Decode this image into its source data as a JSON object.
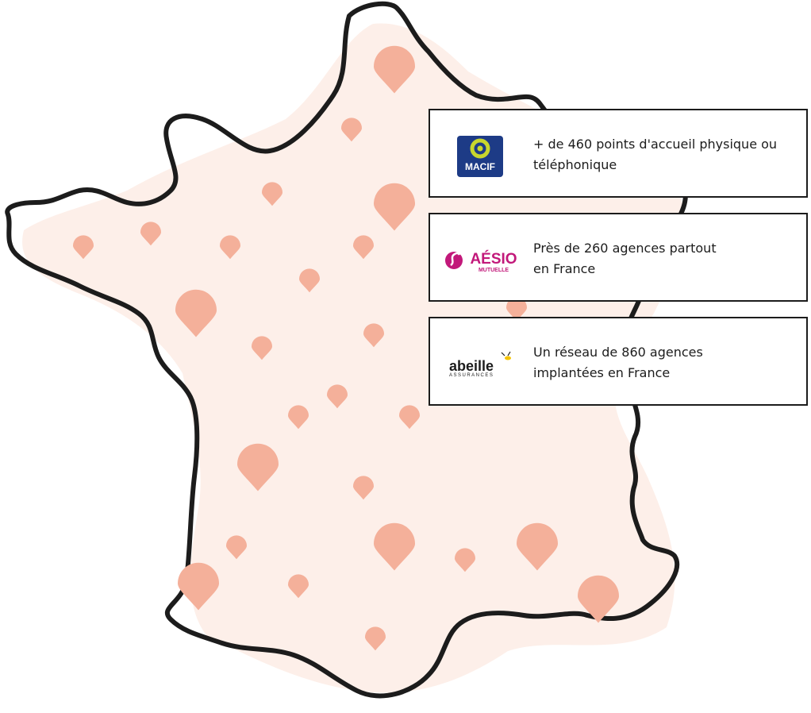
{
  "map": {
    "pin_color": "#f4b09a",
    "fill_color": "#fdefe9",
    "outline_color": "#1c1c1c"
  },
  "networks": [
    {
      "brand": "MACIF",
      "icon": "macif-logo",
      "brand_color": "#1d3b86",
      "accent_color": "#c8d62d",
      "lines": [
        "+ de 460 points d'accueil physique ou",
        "téléphonique"
      ]
    },
    {
      "brand": "AÉSIO",
      "brand_sub": "MUTUELLE",
      "icon": "aesio-logo",
      "brand_color": "#c2187a",
      "lines": [
        "Près de 260 agences partout",
        "en France"
      ]
    },
    {
      "brand": "abeille",
      "brand_sub": "ASSURANCES",
      "icon": "abeille-logo",
      "brand_color": "#1c1c1c",
      "accent_color": "#f5c400",
      "lines": [
        "Un réseau de 860 agences",
        "implantées en France"
      ]
    }
  ]
}
